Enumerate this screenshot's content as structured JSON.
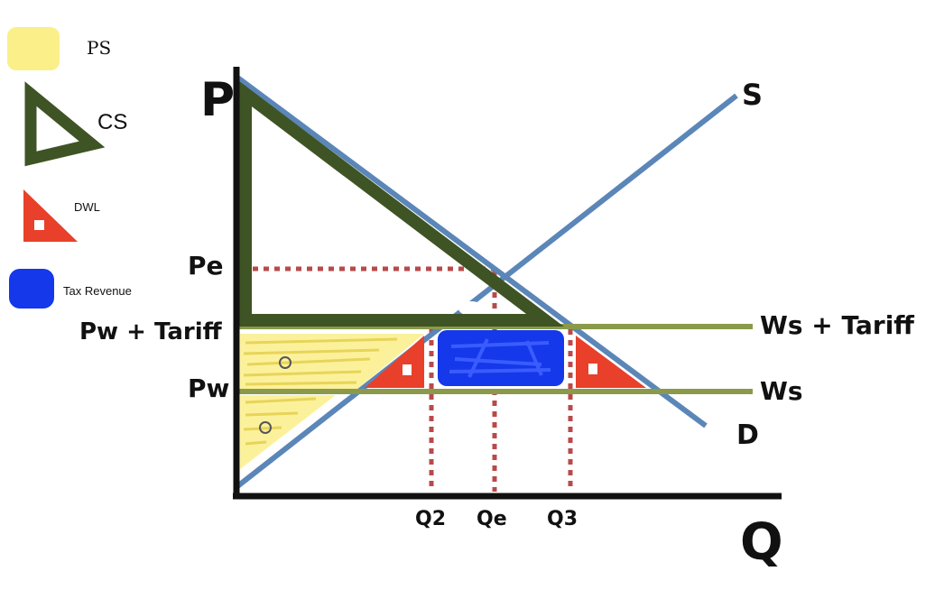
{
  "legend": {
    "ps_label": "PS",
    "cs_label": "CS",
    "dwl_label": "DWL",
    "tax_label": "Tax Revenue"
  },
  "axes": {
    "y_label": "P",
    "x_label": "Q"
  },
  "curves": {
    "supply_label": "S",
    "demand_label": "D",
    "world_supply_tariff_label": "Ws + Tariff",
    "world_supply_label": "Ws"
  },
  "price_labels": {
    "pe": "Pe",
    "pw_tariff": "Pw + Tariff",
    "pw": "Pw"
  },
  "quantity_labels": {
    "q2": "Q2",
    "qe": "Qe",
    "q3": "Q3"
  },
  "colors": {
    "ps": "#fbef8a",
    "cs": "#3f5424",
    "dwl": "#e8402a",
    "tax": "#1438ea",
    "curve": "#5b86b8",
    "world_line": "#8a9a4a",
    "dotted": "#b84a4a",
    "axis": "#111111"
  }
}
